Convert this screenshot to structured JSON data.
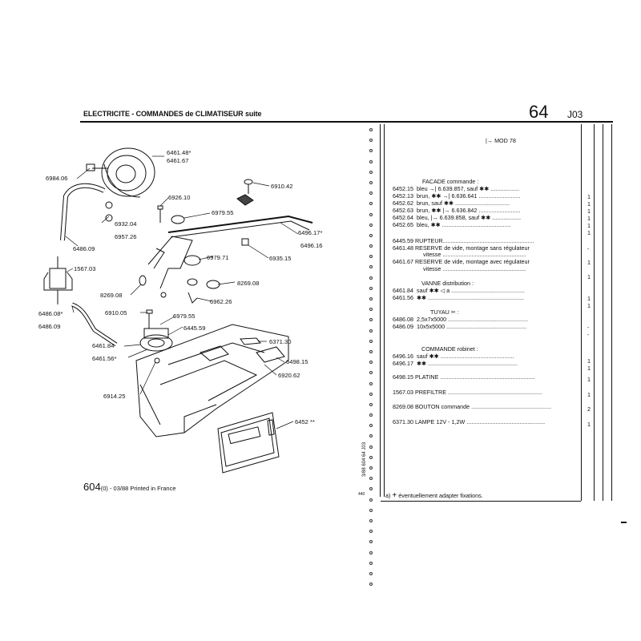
{
  "header": {
    "title_main": "ELECTRICITE - COMMANDES de CLIMATISEUR",
    "title_suffix": "suite",
    "section_number": "64",
    "section_code": "J03"
  },
  "right_panel": {
    "model": "MOD 78",
    "groups": [
      {
        "heading": "FACADE commande :"
      },
      {
        "heading": "VANNE distribution :"
      },
      {
        "heading": "TUYAU"
      },
      {
        "heading": "COMMANDE robinet :"
      }
    ],
    "rows": [
      {
        "ref": "6452.15",
        "desc": "bleu →| 6.639.857, sauf ✱✱",
        "qty": "1"
      },
      {
        "ref": "6452.13",
        "desc": "brun, ✱✱ →| 6.636.641",
        "qty": "1"
      },
      {
        "ref": "6452.62",
        "desc": "brun, sauf ✱✱",
        "qty": "1"
      },
      {
        "ref": "6452.63",
        "desc": "brun, ✱✱ |→ 6.636.842",
        "qty": "1"
      },
      {
        "ref": "6452.64",
        "desc": "bleu, |→ 6.639.858, sauf ✱✱",
        "qty": "1"
      },
      {
        "ref": "6452.65",
        "desc": "bleu, ✱✱",
        "qty": "1"
      },
      {
        "ref": "6445.59",
        "desc": "RUPTEUR",
        "qty": "-"
      },
      {
        "ref": "6461.48",
        "desc": "RESERVE de vide, montage sans régulateur",
        "desc2": "vitesse",
        "qty": "1"
      },
      {
        "ref": "6461.67",
        "desc": "RESERVE de vide, montage avec régulateur",
        "desc2": "vitesse",
        "qty": "1"
      },
      {
        "ref": "6461.84",
        "desc": "sauf ✱✱ ◁ a",
        "qty": "1"
      },
      {
        "ref": "6461.56",
        "desc": "✱✱",
        "qty": "1"
      },
      {
        "ref": "6486.08",
        "desc": "2,5x7x5000",
        "qty": "-"
      },
      {
        "ref": "6486.09",
        "desc": "10x5x5000",
        "qty": "-"
      },
      {
        "ref": "6496.16",
        "desc": "sauf ✱✱",
        "qty": "1"
      },
      {
        "ref": "6496.17",
        "desc": "✱✱",
        "qty": "1"
      },
      {
        "ref": "6498.15",
        "desc": "PLATINE",
        "qty": "1"
      },
      {
        "ref": "1567.03",
        "desc": "PREFILTRE",
        "qty": "1"
      },
      {
        "ref": "8269.08",
        "desc": "BOUTON commande",
        "qty": "2"
      },
      {
        "ref": "6371.30",
        "desc": "LAMPE 12V - 1,2W",
        "qty": "1"
      }
    ],
    "note_marker": "a)",
    "note": "éventuellement adapter fixations."
  },
  "diagram": {
    "labels": [
      "6461.48*",
      "6461.67",
      "6984.06",
      "6910.42",
      "6926.10",
      "6979.55",
      "6932.04",
      "6957.26",
      "6486.09",
      "6496.17*",
      "6496.16",
      "6935.15",
      "6979.71",
      "1567.03",
      "8269.08",
      "8269.08",
      "6962.26",
      "6486.08*",
      "6486.09",
      "6910.05",
      "6979.55",
      "6445.59",
      "6371.30",
      "6461.84",
      "6461.56*",
      "6498.15",
      "6920.62",
      "6914.25",
      "6452 **"
    ]
  },
  "footer": {
    "number": "604",
    "suffix": "(0) - 03/88 Printed in France",
    "side_code": "3/88 604 64 J03",
    "page_mark": "440"
  }
}
